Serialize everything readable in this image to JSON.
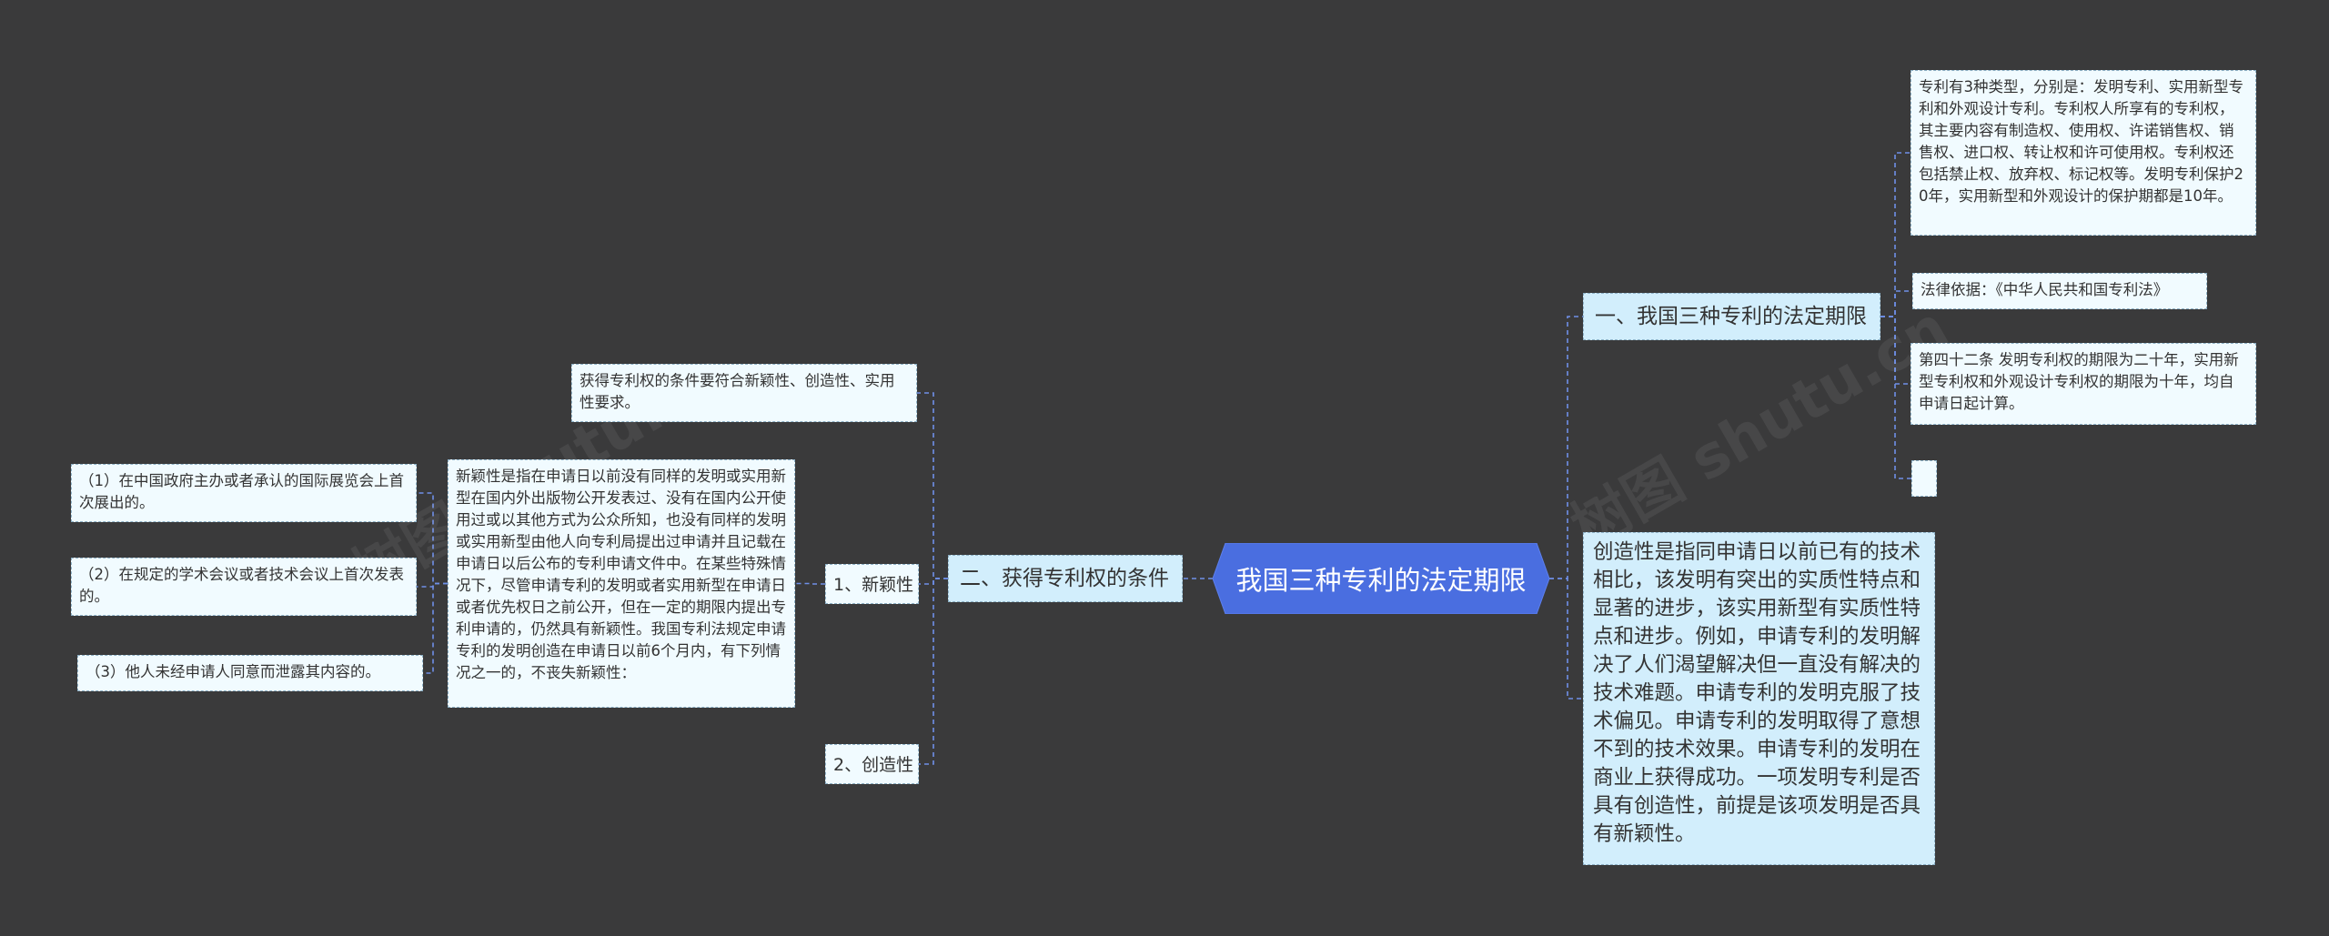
{
  "root": {
    "title": "我国三种专利的法定期限"
  },
  "branch_right": {
    "title": "一、我国三种专利的法定期限",
    "types_text": "专利有3种类型，分别是：发明专利、实用新型专利和外观设计专利。专利权人所享有的专利权，其主要内容有制造权、使用权、许诺销售权、销售权、进口权、转让权和许可使用权。专利权还包括禁止权、放弃权、标记权等。发明专利保护20年，实用新型和外观设计的保护期都是10年。",
    "legal_basis": "法律依据：《中华人民共和国专利法》",
    "article_42": "第四十二条 发明专利权的期限为二十年，实用新型专利权和外观设计专利权的期限为十年，均自申请日起计算。",
    "empty_node": ""
  },
  "creativity_text": "创造性是指同申请日以前已有的技术相比，该发明有突出的实质性特点和显著的进步，该实用新型有实质性特点和进步。例如，申请专利的发明解决了人们渴望解决但一直没有解决的技术难题。申请专利的发明克服了技术偏见。申请专利的发明取得了意想不到的技术效果。申请专利的发明在商业上获得成功。一项发明专利是否具有创造性，前提是该项发明是否具有新颖性。",
  "branch_left": {
    "title": "二、获得专利权的条件",
    "conditions_text": "获得专利权的条件要符合新颖性、创造性、实用性要求。",
    "novelty": {
      "label": "1、新颖性",
      "text": "新颖性是指在申请日以前没有同样的发明或实用新型在国内外出版物公开发表过、没有在国内公开使用过或以其他方式为公众所知，也没有同样的发明或实用新型由他人向专利局提出过申请并且记载在申请日以后公布的专利申请文件中。在某些特殊情况下，尽管申请专利的发明或者实用新型在申请日或者优先权日之前公开，但在一定的期限内提出专利申请的，仍然具有新颖性。我国专利法规定申请专利的发明创造在申请日以前6个月内，有下列情况之一的，不丧失新颖性：",
      "items": [
        "（1）在中国政府主办或者承认的国际展览会上首次展出的。",
        "（2）在规定的学术会议或者技术会议上首次发表的。",
        "（3）他人未经申请人同意而泄露其内容的。"
      ]
    },
    "creativity": {
      "label": "2、创造性"
    }
  },
  "colors": {
    "background": "#3a3a3b",
    "root_fill": "#4a6ee0",
    "branch_fill": "#d2eefc",
    "leaf_fill": "#f1fbff",
    "line": "#6f8fe8"
  }
}
